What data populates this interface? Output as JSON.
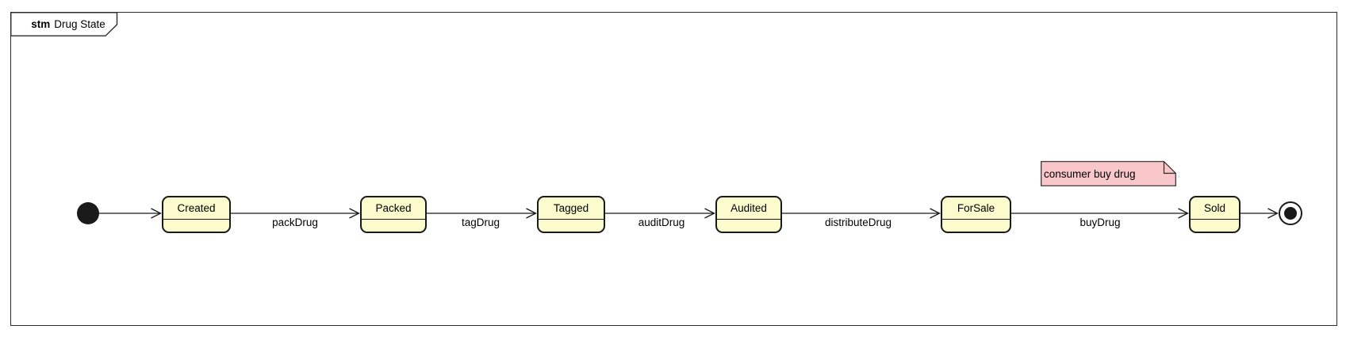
{
  "colors": {
    "bg": "#ffffff",
    "line": "#1a1a1a",
    "state_fill": "#fbfbcd",
    "state_border": "#1a1a1a",
    "note_fill": "#f9c6c9",
    "note_border": "#2a2a2a",
    "frame_border": "#2b2b2b",
    "text": "#000000"
  },
  "frame": {
    "keyword": "stm",
    "title": "Drug State"
  },
  "machine": {
    "initial_state": "initial",
    "final_state": "final",
    "states": [
      {
        "name": "Created"
      },
      {
        "name": "Packed"
      },
      {
        "name": "Tagged"
      },
      {
        "name": "Audited"
      },
      {
        "name": "ForSale"
      },
      {
        "name": "Sold"
      }
    ],
    "transitions": [
      {
        "from": "initial",
        "to": "Created",
        "label": ""
      },
      {
        "from": "Created",
        "to": "Packed",
        "label": "packDrug"
      },
      {
        "from": "Packed",
        "to": "Tagged",
        "label": "tagDrug"
      },
      {
        "from": "Tagged",
        "to": "Audited",
        "label": "auditDrug"
      },
      {
        "from": "Audited",
        "to": "ForSale",
        "label": "distributeDrug"
      },
      {
        "from": "ForSale",
        "to": "Sold",
        "label": "buyDrug"
      },
      {
        "from": "Sold",
        "to": "final",
        "label": ""
      }
    ],
    "note": {
      "text": "consumer buy drug"
    }
  }
}
